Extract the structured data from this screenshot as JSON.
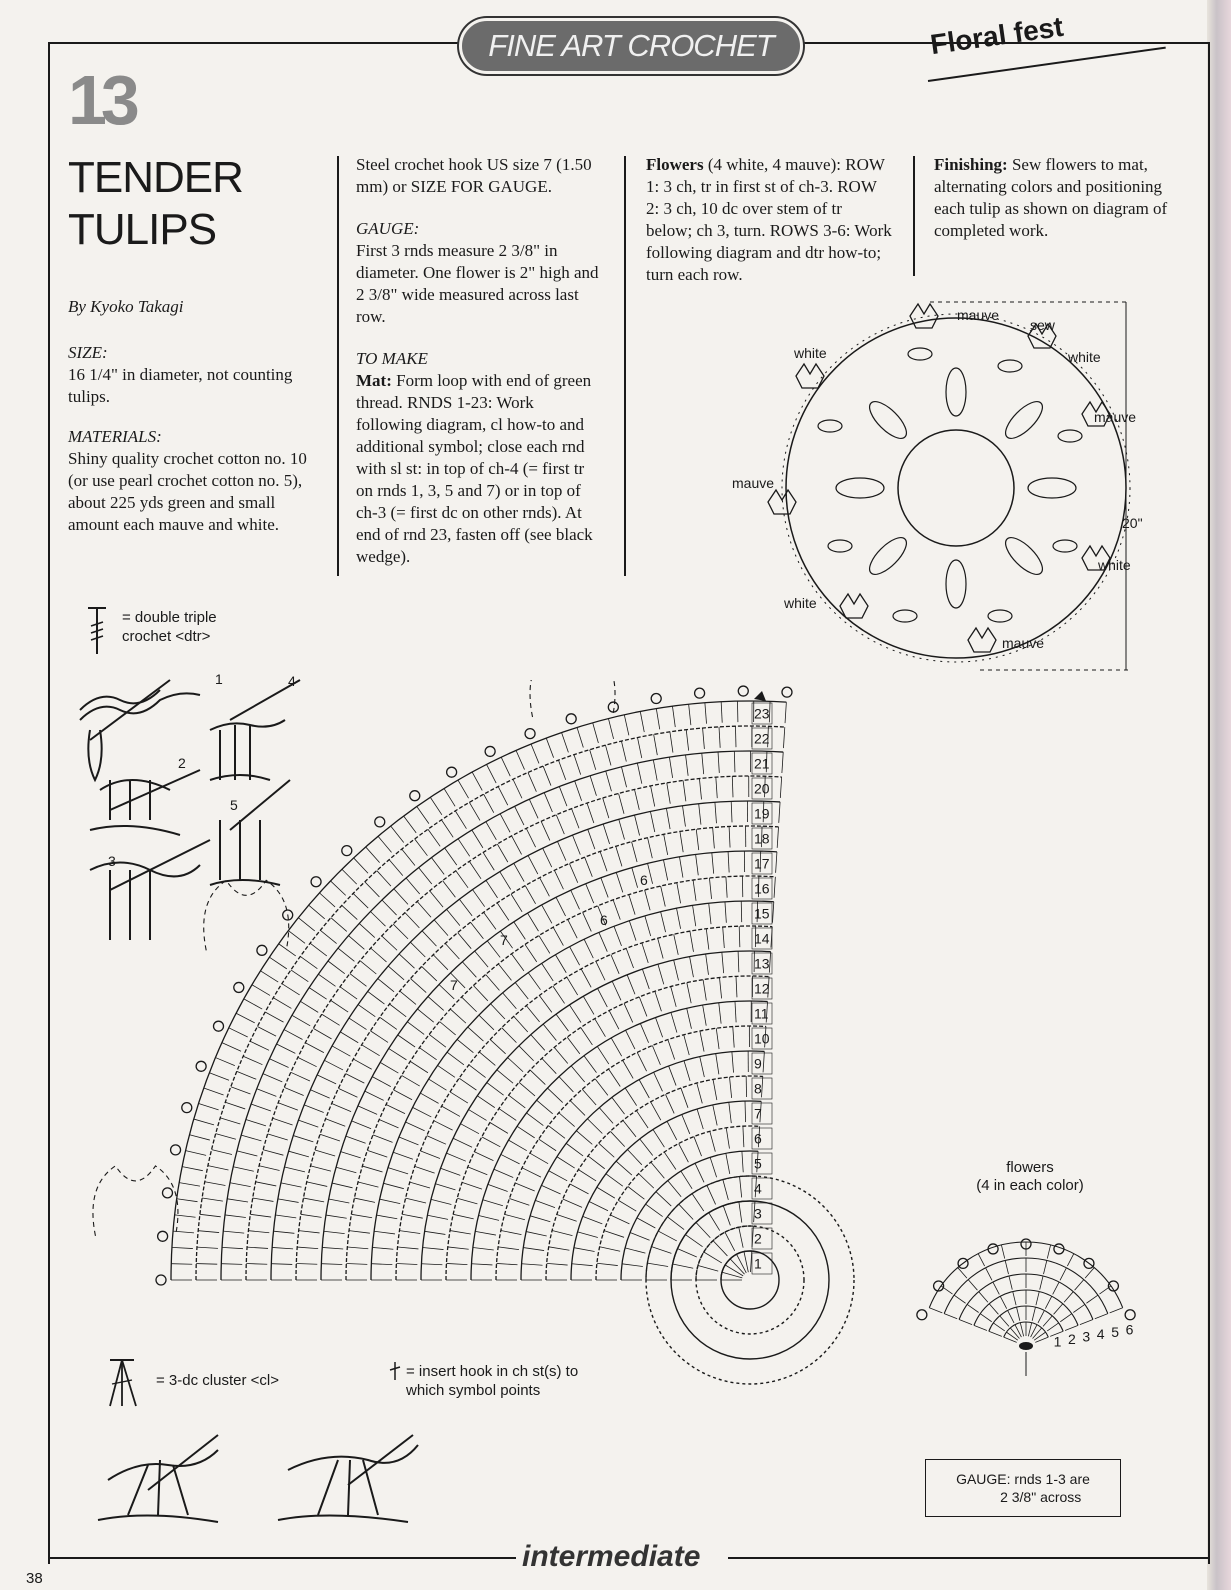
{
  "header": {
    "magazine": "FINE ART CROCHET",
    "section": "Floral fest"
  },
  "pattern_number": "13",
  "title_lines": [
    "TENDER",
    "TULIPS"
  ],
  "author": "By Kyoko Takagi",
  "size": {
    "heading": "SIZE:",
    "text": "16 1/4\" in diameter, not counting tulips."
  },
  "materials": {
    "heading": "MATERIALS:",
    "text": "Shiny quality crochet cotton no. 10 (or use pearl crochet cotton no. 5), about 225 yds green and small amount each mauve and white."
  },
  "hook": "Steel crochet hook US size 7 (1.50 mm) or SIZE FOR GAUGE.",
  "gauge": {
    "heading": "GAUGE:",
    "text": "First 3 rnds measure 2 3/8\" in diameter. One flower is 2\" high and 2 3/8\" wide measured across last row."
  },
  "to_make": {
    "heading": "TO MAKE",
    "lead": "Mat:",
    "text": "Form loop with end of green thread. RNDS 1-23: Work following diagram, cl how-to and additional symbol; close each rnd with sl st: in top of ch-4 (= first tr on rnds 1, 3, 5 and 7) or in top of ch-3 (= first dc on other rnds). At end of rnd 23, fasten off (see black wedge)."
  },
  "flowers": {
    "lead": "Flowers",
    "count": "(4 white, 4 mauve):",
    "text": "ROW 1: 3 ch, tr in first st of ch-3. ROW 2: 3 ch, 10 dc over stem of tr below; ch 3, turn. ROWS 3-6: Work following diagram and dtr how-to; turn each row."
  },
  "finishing": {
    "lead": "Finishing:",
    "text": "Sew flowers to mat, alternating colors and positioning each tulip as shown on diagram of completed work."
  },
  "legend": {
    "dtr": "= double triple crochet <dtr>",
    "cl": "= 3-dc cluster <cl>",
    "insert": "= insert hook in ch st(s) to which symbol points"
  },
  "howto_steps_dtr": [
    "1",
    "2",
    "3",
    "4",
    "5"
  ],
  "mini_diagram": {
    "labels": [
      "mauve",
      "sew",
      "white",
      "white",
      "mauve",
      "mauve",
      "20\"",
      "white",
      "white",
      "mauve"
    ]
  },
  "round_numbers": [
    "1",
    "2",
    "3",
    "4",
    "5",
    "6",
    "7",
    "8",
    "9",
    "10",
    "11",
    "12",
    "13",
    "14",
    "15",
    "16",
    "17",
    "18",
    "19",
    "20",
    "21",
    "22",
    "23"
  ],
  "inner_marks": [
    "6",
    "6",
    "7",
    "7"
  ],
  "flower_chart": {
    "title": "flowers",
    "subtitle": "(4 in each color)",
    "rows": [
      "1",
      "2",
      "3",
      "4",
      "5",
      "6"
    ]
  },
  "gauge_box": {
    "line1": "GAUGE:  rnds 1-3 are",
    "line2": "2 3/8\" across"
  },
  "page_number": "38",
  "level": "intermediate",
  "colors": {
    "ink": "#1a1a1a",
    "paper": "#f4f2ee",
    "pill": "#6b6b6b"
  }
}
